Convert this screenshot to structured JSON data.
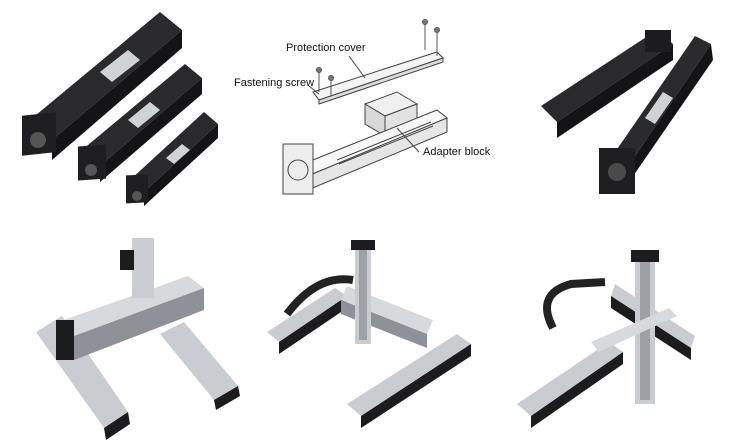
{
  "diagram": {
    "labels": {
      "protection_cover": "Protection cover",
      "fastening_screw": "Fastening screw",
      "adapter_block": "Adapter block"
    }
  },
  "colors": {
    "black_module": "#1c1c1e",
    "aluminium": "#c9ccd0",
    "aluminium_dark": "#8e9298",
    "line_art": "#444444"
  }
}
